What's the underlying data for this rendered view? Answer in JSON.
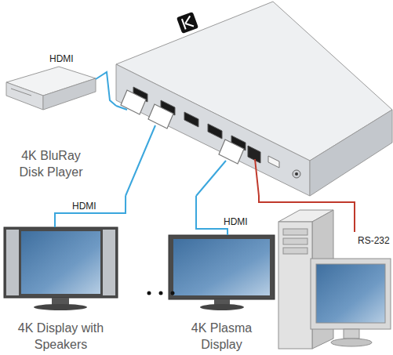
{
  "diagram": {
    "nodes": [
      {
        "text": [
          "4K BluRay Disk Player"
        ]
      },
      {
        "text": []
      },
      {
        "text": [
          "4K Display with Speakers"
        ]
      },
      {
        "text": [
          "4K Plasma Display"
        ]
      },
      {
        "text": []
      }
    ],
    "edges": [
      {
        "from": 0,
        "to": 1,
        "label": "HDMI",
        "arrow": "none"
      },
      {
        "from": 1,
        "to": 2,
        "label": "HDMI",
        "arrow": "none"
      },
      {
        "from": 1,
        "to": 3,
        "label": "HDMI",
        "arrow": "none"
      },
      {
        "from": 1,
        "to": 4,
        "label": "RS-232",
        "arrow": "none"
      }
    ]
  }
}
